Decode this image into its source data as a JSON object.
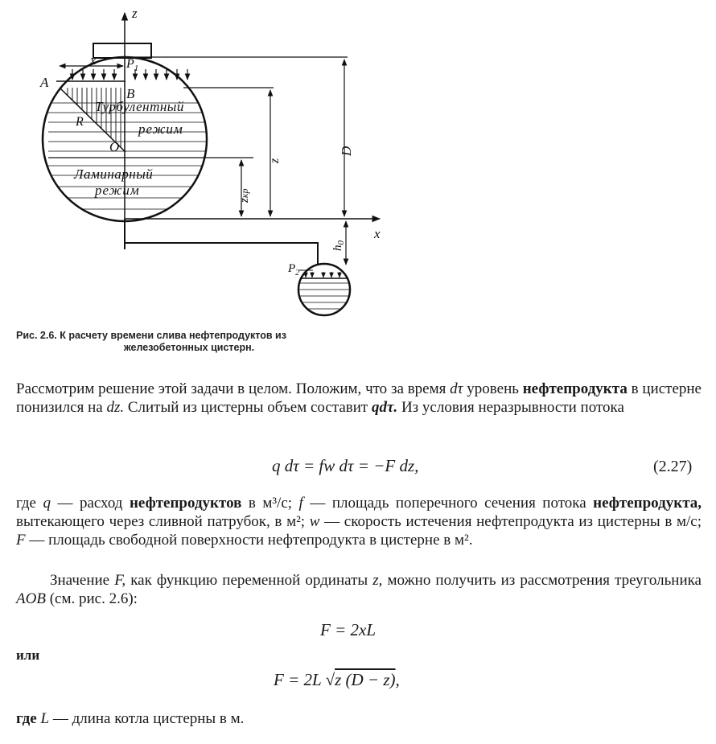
{
  "figure": {
    "labels": {
      "z_axis": "z",
      "x_axis": "x",
      "p1": "P",
      "p1_sub": "1",
      "p2": "P",
      "p2_sub": "2",
      "x_dim": "x",
      "A": "A",
      "B": "B",
      "O": "O",
      "R": "R",
      "turbulent_1": "Турбулентный",
      "turbulent_2": "режим",
      "laminar_1": "Ламинарный",
      "laminar_2": "режим",
      "D": "D",
      "z_dim": "z",
      "z_kr": "z",
      "z_kr_sub": "кр",
      "h0": "h",
      "h0_sub": "0"
    }
  },
  "caption": {
    "line1": "Рис. 2.6. К расчету времени слива нефтепродуктов из",
    "line2": "железобетонных цистерн."
  },
  "para1": {
    "t1": "Рассмотрим решение этой задачи в целом. Положим, что за время ",
    "s1": "dτ",
    "t2": " уровень ",
    "b1": "нефтепродукта",
    "t3": " в цистерне понизился на ",
    "s2": "dz.",
    "t4": " Слитый из цистерны объем составит ",
    "b2": "qdτ.",
    "t5": " Из условия неразрывности потока"
  },
  "eq227": {
    "text": "q dτ = fw dτ = −F dz,",
    "num": "(2.27)"
  },
  "para2": {
    "t1": "где ",
    "s1": "q",
    "t2": " — расход ",
    "b1": "нефтепродуктов",
    "t3": " в м³/с; ",
    "s2": "f",
    "t4": " — площадь поперечного сечения потока ",
    "b2": "нефтепродукта,",
    "t5": " вытекающего через сливной патрубок, в м²; ",
    "s3": "w",
    "t6": " — скорость истечения нефтепродукта из цистерны в м/с; ",
    "s4": "F",
    "t7": " — площадь свободной поверхности нефтепродукта в цистерне в м²."
  },
  "para3": {
    "t1": "Значение ",
    "s1": "F,",
    "t2": " как функцию переменной ординаты ",
    "s2": "z,",
    "t3": " можно получить из рассмотрения треугольника ",
    "s3": "AOB",
    "t4": " (см. рис. 2.6):"
  },
  "eq_f1": {
    "text": "F = 2xL"
  },
  "ili": "или",
  "eq_f2": {
    "pre": "F = 2L ",
    "root": "√",
    "under": "z (D − z)",
    "post": ","
  },
  "para4": {
    "b1": "где",
    "t1": " ",
    "s1": "L",
    "t2": " — длина котла цистерны в м."
  }
}
